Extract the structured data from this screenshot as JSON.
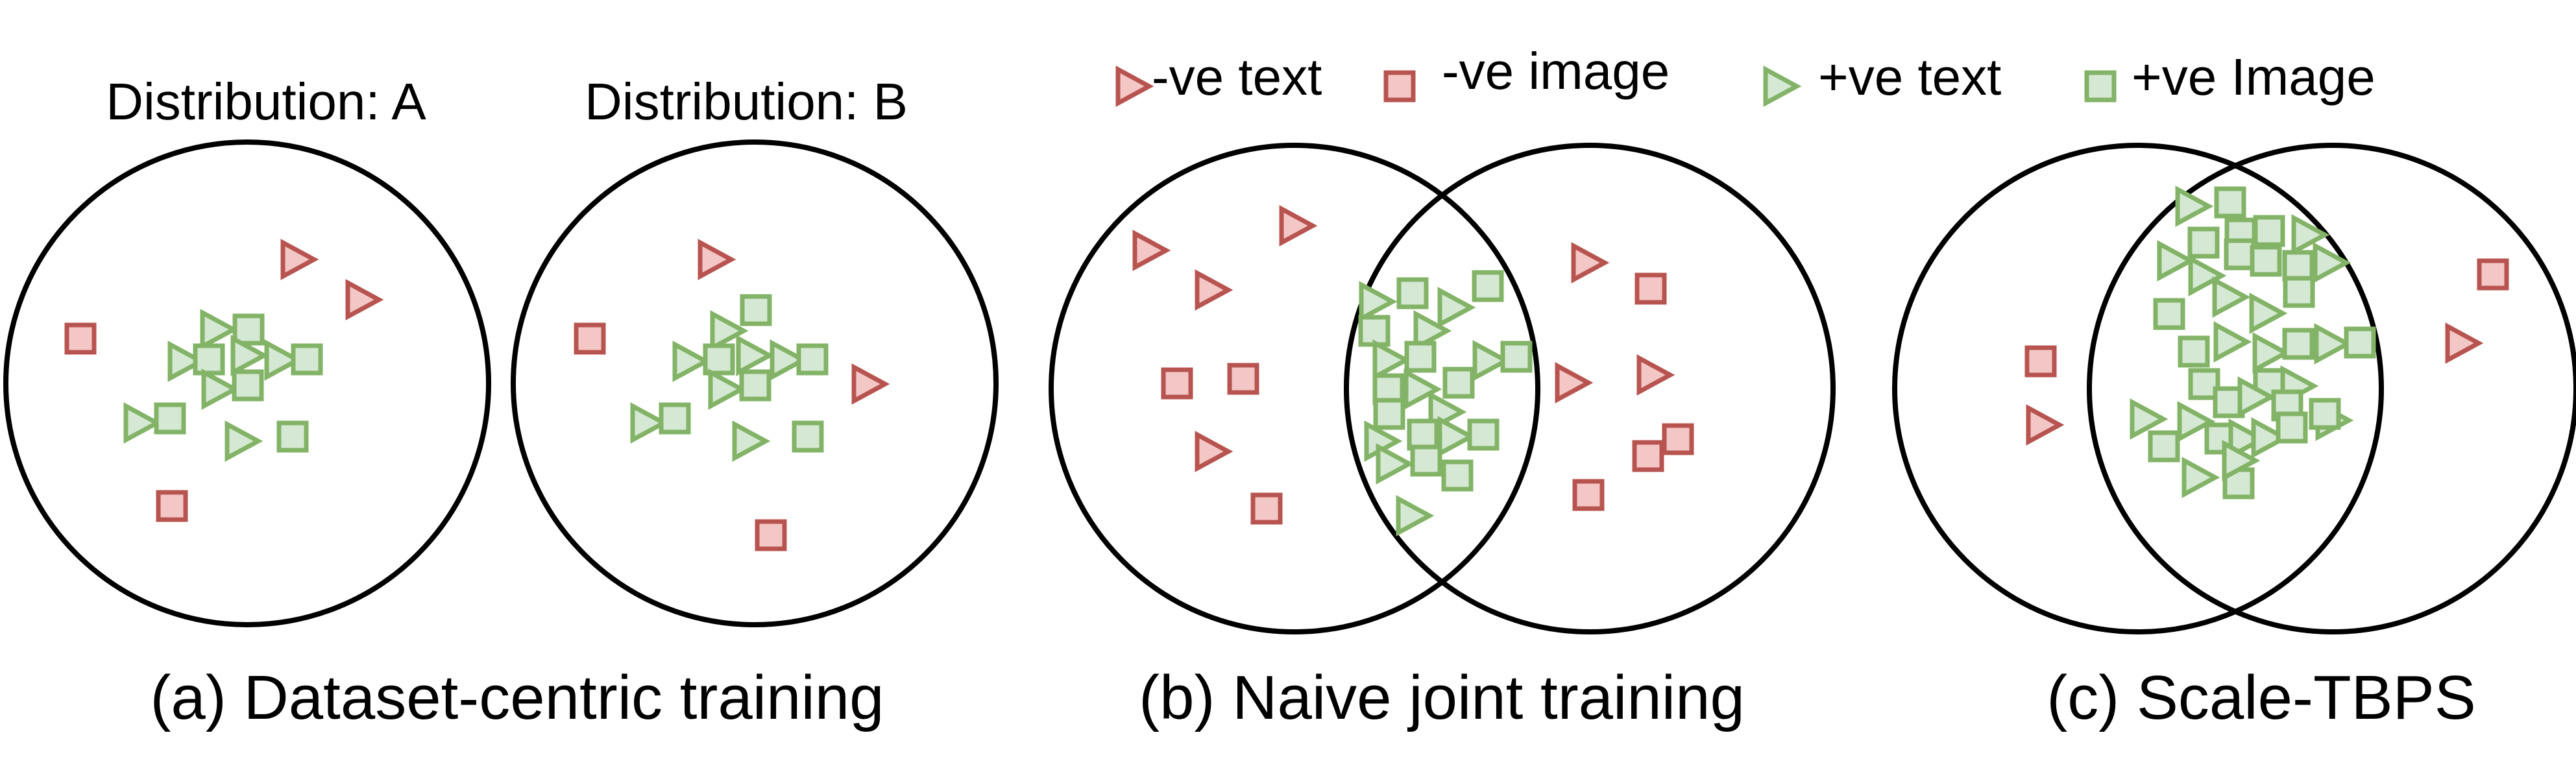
{
  "colors": {
    "negative_fill": "#f4c7c7",
    "negative_stroke": "#b85450",
    "positive_fill": "#d5e8d4",
    "positive_stroke": "#82b366",
    "circle_stroke": "#000000"
  },
  "legend": {
    "neg_text": "-ve text",
    "neg_image": "-ve image",
    "pos_text": "+ve text",
    "pos_image": "+ve Image"
  },
  "panels": {
    "a": {
      "caption": "(a) Dataset-centric training",
      "circle_titles": [
        "Distribution: A",
        "Distribution: B"
      ]
    },
    "b": {
      "caption": "(b) Naive joint training"
    },
    "c": {
      "caption": "(c) Scale-TBPS"
    }
  }
}
